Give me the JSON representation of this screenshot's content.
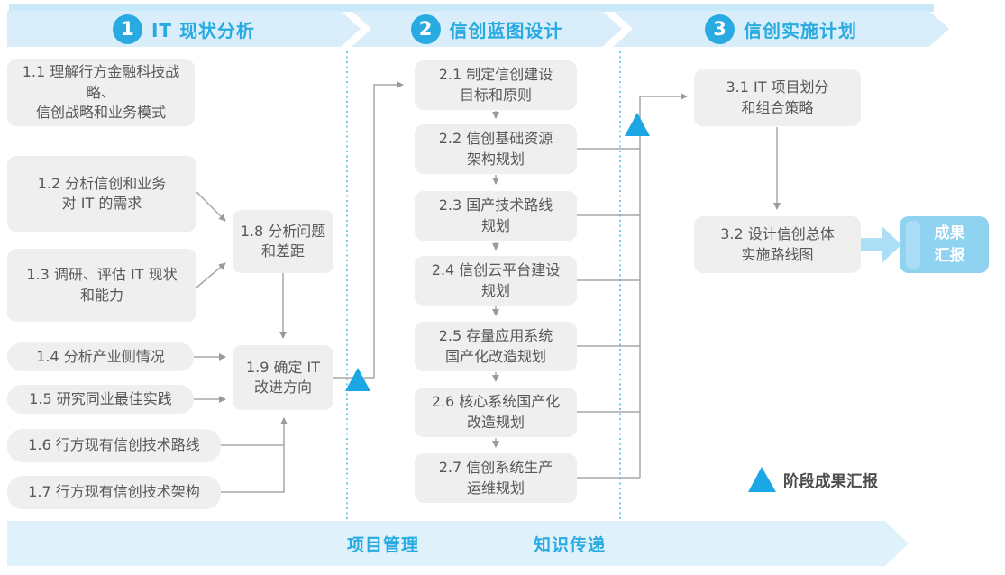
{
  "phases": [
    {
      "number": "1",
      "title": "IT 现状分析"
    },
    {
      "number": "2",
      "title": "信创蓝图设计"
    },
    {
      "number": "3",
      "title": "信创实施计划"
    }
  ],
  "steps": {
    "phase1": [
      "1.1 理解行方金融科技战略、\n信创战略和业务模式",
      "1.2 分析信创和业务\n对 IT 的需求",
      "1.3 调研、评估 IT 现状\n和能力",
      "1.4 分析产业侧情况",
      "1.5 研究同业最佳实践",
      "1.6 行方现有信创技术路线",
      "1.7 行方现有信创技术架构",
      "1.8 分析问题\n和差距",
      "1.9 确定 IT\n改进方向"
    ],
    "phase2": [
      "2.1 制定信创建设\n目标和原则",
      "2.2 信创基础资源\n架构规划",
      "2.3 国产技术路线\n规划",
      "2.4 信创云平台建设\n规划",
      "2.5 存量应用系统\n国产化改造规划",
      "2.6 核心系统国产化\n改造规划",
      "2.7 信创系统生产\n运维规划"
    ],
    "phase3": [
      "3.1 IT 项目划分\n和组合策略",
      "3.2 设计信创总体\n实施路线图"
    ]
  },
  "result": {
    "label": "成果\n汇报"
  },
  "legend": {
    "triangle_icon": "milestone-triangle",
    "label": "阶段成果汇报"
  },
  "footer": {
    "left": "项目管理",
    "right": "知识传递"
  },
  "colors": {
    "accent_blue": "#29ABE2",
    "banner_fill": "#D9EEFA",
    "banner_strip": "#C9E9F8",
    "box_fill": "#EFEFEF",
    "box_text": "#595757",
    "connector_gray": "#A6A7A7",
    "milestone_triangle": "#1BA7E4",
    "result_fill": "#8FD3F1",
    "result_stripe": "#A8DDF5",
    "fat_arrow": "#ACDFF6",
    "footer_fill": "#DFF2FC"
  }
}
